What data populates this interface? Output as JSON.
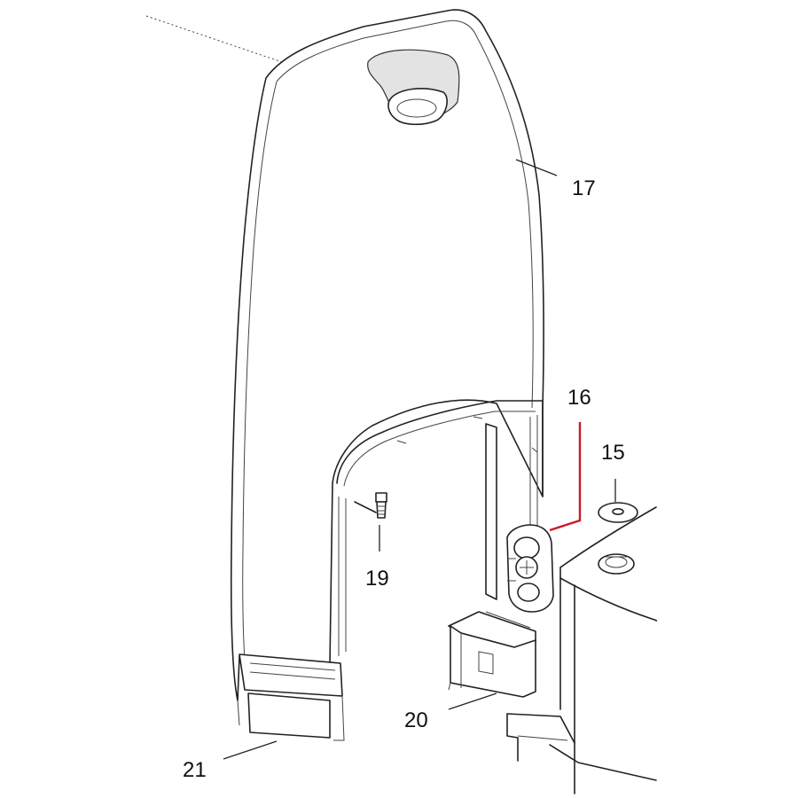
{
  "colors": {
    "line": "#222222",
    "highlight_leader": "#cc1a26",
    "background": "#ffffff"
  },
  "callouts": {
    "part_15": "15",
    "part_16": "16",
    "part_17": "17",
    "part_19": "19",
    "part_20": "20",
    "part_21": "21"
  }
}
